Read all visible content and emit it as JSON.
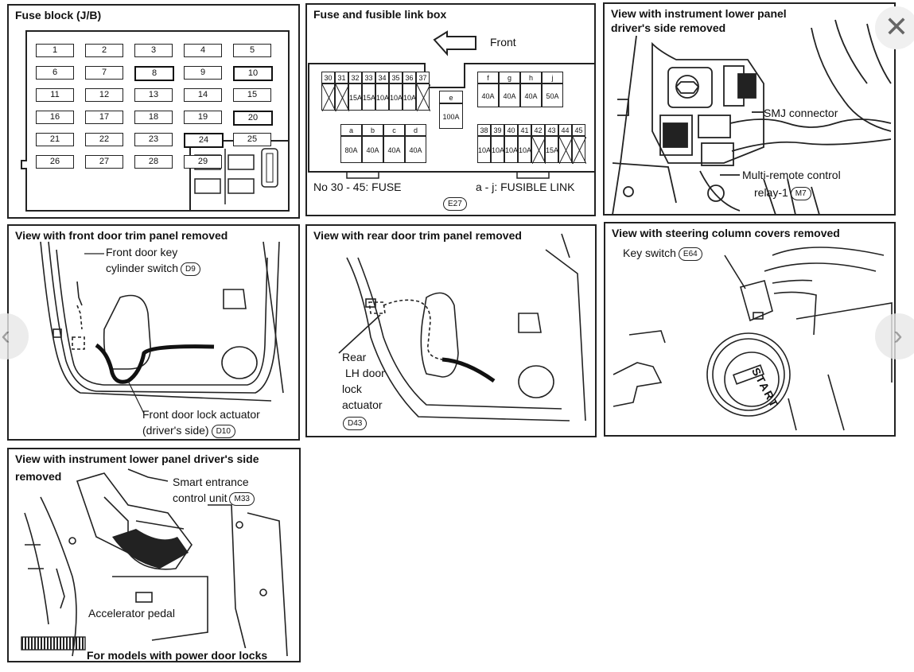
{
  "panels": {
    "fuse_block": {
      "title": "Fuse block (J/B)",
      "fuses": [
        "1",
        "2",
        "3",
        "4",
        "5",
        "6",
        "7",
        "8",
        "9",
        "10",
        "11",
        "12",
        "13",
        "14",
        "15",
        "16",
        "17",
        "18",
        "19",
        "20",
        "21",
        "22",
        "23",
        "24",
        "25",
        "26",
        "27",
        "28",
        "29"
      ]
    },
    "fuse_link_box": {
      "title": "Fuse and fusible link box",
      "front_label": "Front",
      "top_numbers": [
        "30",
        "31",
        "32",
        "33",
        "34",
        "35",
        "36",
        "37"
      ],
      "top_ratings": [
        "",
        "",
        "15A",
        "15A",
        "10A",
        "10A",
        "10A",
        ""
      ],
      "letters_top": [
        "f",
        "g",
        "h",
        "j"
      ],
      "letters_top_ratings": [
        "40A",
        "40A",
        "40A",
        "50A"
      ],
      "letter_e": "e",
      "letter_e_rating": "100A",
      "letters_bottom": [
        "a",
        "b",
        "c",
        "d"
      ],
      "letters_bottom_ratings": [
        "80A",
        "40A",
        "40A",
        "40A"
      ],
      "bottom_numbers": [
        "38",
        "39",
        "40",
        "41",
        "42",
        "43",
        "44",
        "45"
      ],
      "bottom_ratings": [
        "10A",
        "10A",
        "10A",
        "10A",
        "",
        "15A",
        "",
        ""
      ],
      "fuse_note": "No 30 - 45:  FUSE",
      "link_note": "a - j:  FUSIBLE LINK",
      "ref": "E27"
    },
    "instrument_panel": {
      "title_line1": "View with instrument lower panel",
      "title_line2": "driver's side removed",
      "smj": "SMJ connector",
      "relay_line1": "Multi-remote control",
      "relay_line2": "relay-1",
      "ref": "M7"
    },
    "front_door": {
      "title": "View with front door trim panel removed",
      "switch_line1": "Front door key",
      "switch_line2": "cylinder switch",
      "switch_ref": "D9",
      "actuator_line1": "Front door lock actuator",
      "actuator_line2": "(driver's side)",
      "actuator_ref": "D10"
    },
    "rear_door": {
      "title": "View with rear door trim panel removed",
      "line1": "Rear",
      "line2": "LH door",
      "line3": "lock",
      "line4": "actuator",
      "ref": "D43"
    },
    "steering": {
      "title": "View with steering column covers removed",
      "key_switch": "Key switch",
      "ref": "E64",
      "start": "START"
    },
    "smart_entrance": {
      "title_line1": "View with instrument lower panel driver's side",
      "title_line2": "removed",
      "unit_line1": "Smart entrance",
      "unit_line2": "control unit",
      "ref": "M33",
      "pedal": "Accelerator pedal",
      "footnote": "For models with power door locks"
    }
  },
  "icons": {
    "close": "close-icon",
    "prev": "chevron-left-icon",
    "next": "chevron-right-icon"
  }
}
